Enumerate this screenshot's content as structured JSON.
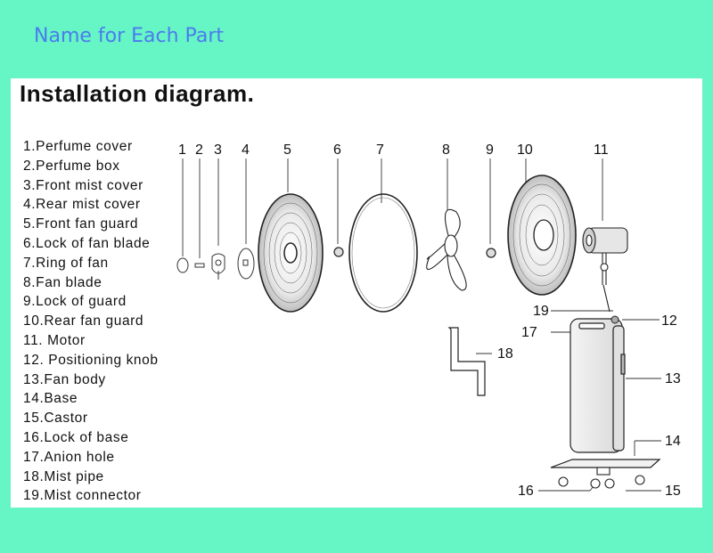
{
  "banner": {
    "title": "Name for Each Part"
  },
  "panel": {
    "title": "Installation diagram."
  },
  "parts": [
    "1.Perfume cover",
    "2.Perfume box",
    "3.Front mist cover",
    "4.Rear mist cover",
    "5.Front fan guard",
    "6.Lock of fan blade",
    "7.Ring of fan",
    "8.Fan blade",
    "9.Lock of guard",
    "10.Rear fan guard",
    "11. Motor",
    "12. Positioning knob",
    "13.Fan body",
    "14.Base",
    "15.Castor",
    "16.Lock of base",
    "17.Anion hole",
    "18.Mist pipe",
    "19.Mist connector"
  ],
  "callouts": {
    "n1": "1",
    "n2": "2",
    "n3": "3",
    "n4": "4",
    "n5": "5",
    "n6": "6",
    "n7": "7",
    "n8": "8",
    "n9": "9",
    "n10": "10",
    "n11": "11",
    "n12": "12",
    "n13": "13",
    "n14": "14",
    "n15": "15",
    "n16": "16",
    "n17": "17",
    "n18": "18",
    "n19": "19"
  }
}
